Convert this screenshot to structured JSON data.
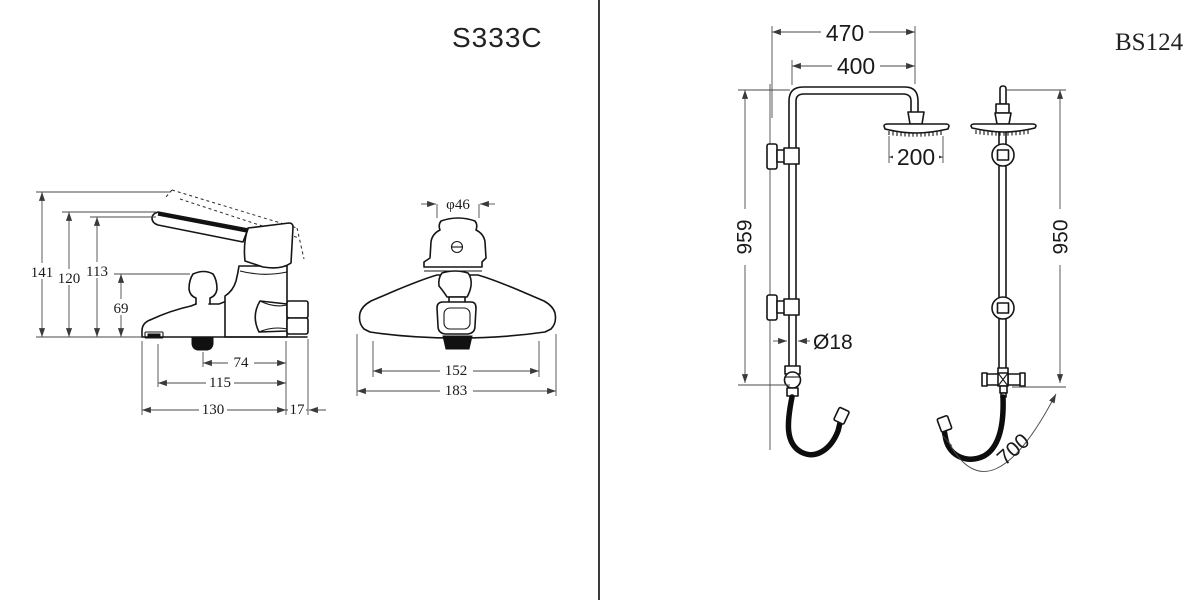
{
  "meta": {
    "background": "#ffffff",
    "line_color": "#151515",
    "dim_color": "#4a4a4a",
    "divider_color": "#3c3c3c"
  },
  "left_product": {
    "model": "S333C",
    "side_view": {
      "height_overall": "141",
      "height_handle": "120",
      "height_spout": "113",
      "height_knob": "69",
      "width_inlet": "74",
      "width_mid": "115",
      "width_body": "130",
      "depth_nut": "17"
    },
    "front_view": {
      "cap_diameter": "φ46",
      "width_inner": "152",
      "width_overall": "183"
    }
  },
  "right_product": {
    "model": "BS124",
    "front_view": {
      "width_wall": "470",
      "width_pipe": "400",
      "head_width": "200",
      "height": "959",
      "pipe_diameter": "Ø18"
    },
    "side_view": {
      "height": "950",
      "hose_length": "700"
    }
  }
}
